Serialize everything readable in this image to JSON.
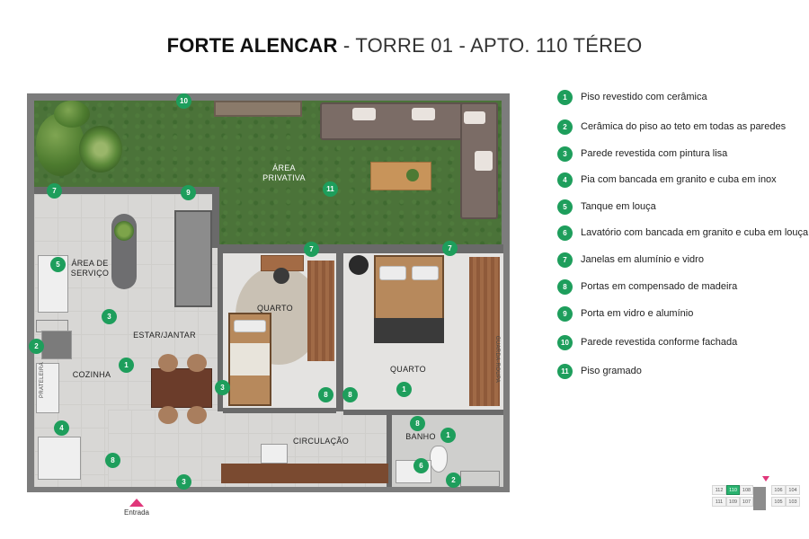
{
  "title": {
    "bold": "FORTE ALENCAR",
    "separator": " - ",
    "light": "TORRE 01 - APTO. 110 TÉREO"
  },
  "rooms": {
    "area_privativa": "ÁREA\nPRIVATIVA",
    "area_servico": "ÁREA DE\nSERVIÇO",
    "estar_jantar": "ESTAR/JANTAR",
    "cozinha": "COZINHA",
    "quarto_1": "QUARTO",
    "quarto_2": "QUARTO",
    "circulacao": "CIRCULAÇÃO",
    "banho": "BANHO",
    "guarda_roupa": "GUARDA-ROUPA",
    "prateleira": "PRATELEIRA",
    "entrada": "Entrada"
  },
  "legend": [
    {
      "num": "1",
      "text": "Piso revestido com cerâmica"
    },
    {
      "num": "2",
      "text": "Cerâmica do piso ao teto em todas as paredes"
    },
    {
      "num": "3",
      "text": "Parede revestida com pintura lisa"
    },
    {
      "num": "4",
      "text": "Pia com bancada em granito e cuba em inox"
    },
    {
      "num": "5",
      "text": "Tanque em louça"
    },
    {
      "num": "6",
      "text": "Lavatório com bancada em granito e cuba em louça"
    },
    {
      "num": "7",
      "text": "Janelas em alumínio e vidro"
    },
    {
      "num": "8",
      "text": "Portas em compensado de madeira"
    },
    {
      "num": "9",
      "text": "Porta em vidro e alumínio"
    },
    {
      "num": "10",
      "text": "Parede revestida conforme fachada"
    },
    {
      "num": "11",
      "text": "Piso gramado"
    }
  ],
  "keyplan": {
    "top_row": [
      "112",
      "110",
      "108",
      "106",
      "104"
    ],
    "bottom_row": [
      "111",
      "109",
      "107",
      "105",
      "103"
    ],
    "active": "110"
  },
  "colors": {
    "marker": "#1e9e5c",
    "accent_pink": "#e0367a",
    "grass": "#4b7339"
  }
}
